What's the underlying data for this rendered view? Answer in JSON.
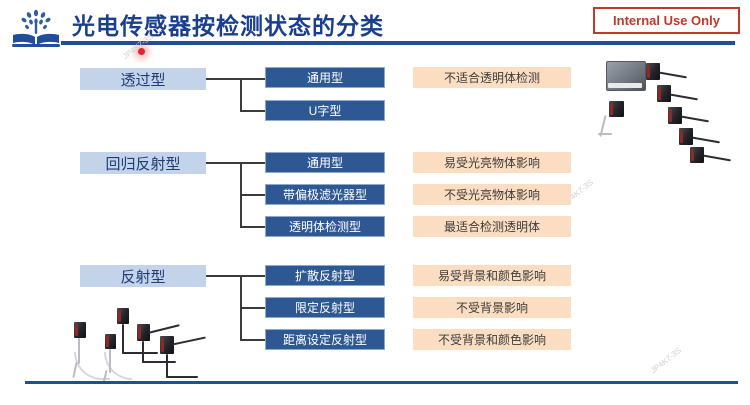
{
  "header": {
    "title": "光电传感器按检测状态的分类",
    "badge": "Internal Use Only",
    "logo_icon": "book-tree-logo-icon"
  },
  "groups": [
    {
      "parent": "透过型",
      "children": [
        {
          "label": "通用型",
          "note": "不适合透明体检测"
        },
        {
          "label": "U字型",
          "note": ""
        }
      ]
    },
    {
      "parent": "回归反射型",
      "children": [
        {
          "label": "通用型",
          "note": "易受光亮物体影响"
        },
        {
          "label": "带偏极滤光器型",
          "note": "不受光亮物体影响"
        },
        {
          "label": "透明体检测型",
          "note": "最适合检测透明体"
        }
      ]
    },
    {
      "parent": "反射型",
      "children": [
        {
          "label": "扩散反射型",
          "note": "易受背景和颜色影响"
        },
        {
          "label": "限定反射型",
          "note": "不受背景影响"
        },
        {
          "label": "距离设定反射型",
          "note": "不受背景和颜色影响"
        }
      ]
    }
  ],
  "images": {
    "top_right": "photoelectric-sensor-array-photo",
    "bottom_left": "photoelectric-sensor-group-photo"
  },
  "colors": {
    "brand_blue": "#1f4e9c",
    "title_blue": "#1a3f8f",
    "parent_box": "#c3d3ea",
    "child_box": "#2e5894",
    "note_box": "#fbdec2",
    "badge_red": "#c0392b"
  }
}
